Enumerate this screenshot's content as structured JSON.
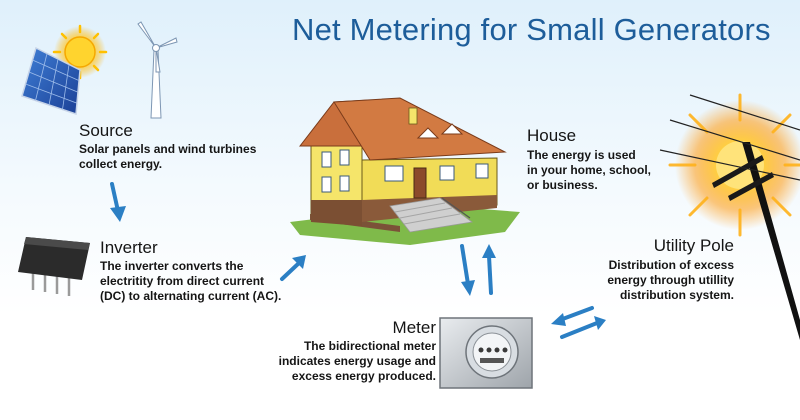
{
  "title": "Net Metering for Small Generators",
  "source": {
    "label": "Source",
    "desc": [
      "Solar panels and wind turbines",
      "collect energy."
    ]
  },
  "inverter": {
    "label": "Inverter",
    "desc": [
      "The inverter converts the",
      "electritity from direct current",
      "(DC) to alternating current (AC)."
    ]
  },
  "house": {
    "label": "House",
    "desc": [
      "The energy is used",
      "in your home, school,",
      "or business."
    ]
  },
  "utility_pole": {
    "label": "Utility Pole",
    "desc": [
      "Distribution of excess",
      "energy through utillity",
      "distribution system."
    ]
  },
  "meter": {
    "label": "Meter",
    "desc": [
      "The bidirectional meter",
      "indicates energy usage and",
      "excess energy produced."
    ]
  },
  "colors": {
    "title": "#1d5d9a",
    "arrow": "#2b7fc4",
    "house_wall": "#f5e56a",
    "roof": "#c96f3c"
  }
}
